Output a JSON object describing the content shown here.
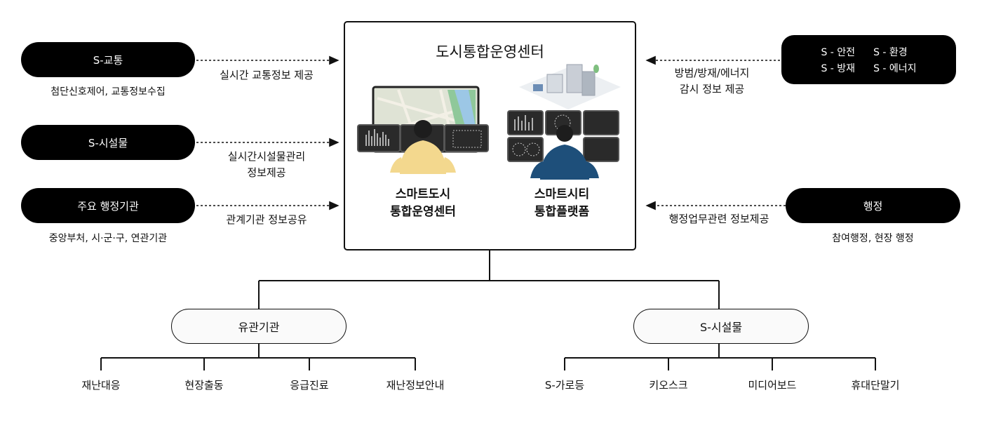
{
  "center": {
    "title": "도시통합운영센터",
    "left_label_1": "스마트도시",
    "left_label_2": "통합운영센터",
    "right_label_1": "스마트시티",
    "right_label_2": "통합플랫폼"
  },
  "left": [
    {
      "pill": "S-교통",
      "caption": "첨단신호제어, 교통정보수집",
      "arrow_label_1": "실시간 교통정보 제공",
      "arrow_label_2": ""
    },
    {
      "pill": "S-시설물",
      "caption": "",
      "arrow_label_1": "실시간시설물관리",
      "arrow_label_2": "정보제공"
    },
    {
      "pill": "주요 행정기관",
      "caption": "중앙부처, 시·군·구, 연관기관",
      "arrow_label_1": "관계기관 정보공유",
      "arrow_label_2": ""
    }
  ],
  "right": [
    {
      "badges": [
        "S - 안전",
        "S - 환경",
        "S - 방재",
        "S - 에너지"
      ],
      "caption": "",
      "arrow_label_1": "방범/방재/에너지",
      "arrow_label_2": "감시 정보 제공"
    },
    {
      "pill": "행정",
      "caption": "참여행정, 현장 행정",
      "arrow_label_1": "행정업무관련 정보제공",
      "arrow_label_2": ""
    }
  ],
  "bottom": {
    "left_group": {
      "title": "유관기관",
      "items": [
        "재난대응",
        "현장출동",
        "응급진료",
        "재난정보안내"
      ]
    },
    "right_group": {
      "title": "S-시설물",
      "items": [
        "S-가로등",
        "키오스크",
        "미디어보드",
        "휴대단말기"
      ]
    }
  },
  "colors": {
    "pill_black": "#000000",
    "line": "#111111",
    "operator_left": "#f3d88e",
    "operator_right": "#1e4f7a"
  }
}
